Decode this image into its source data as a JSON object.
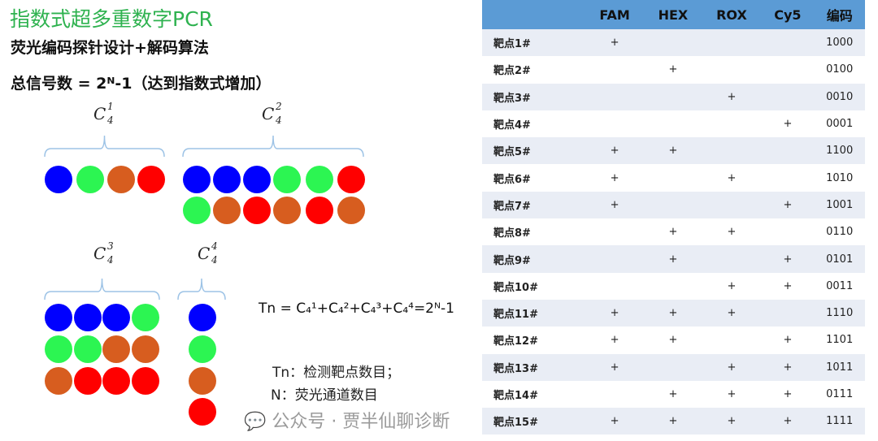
{
  "title": "指数式超多重数字PCR",
  "subtitle1": "荧光编码探针设计+解码算法",
  "subtitle2": "总信号数 = 2ᴺ-1（达到指数式增加）",
  "colors": {
    "B": "#0000ff",
    "G": "#2cf552",
    "O": "#d75d1f",
    "R": "#ff0000",
    "brace": "#9dc3e6",
    "header": "#5b9bd5",
    "row_alt": "#e9edf5"
  },
  "groups": [
    {
      "label_base": "C",
      "sub": "4",
      "sup": "1",
      "rows": [
        [
          "B",
          "G",
          "O",
          "R"
        ]
      ]
    },
    {
      "label_base": "C",
      "sub": "4",
      "sup": "2",
      "rows": [
        [
          "B",
          "B",
          "B",
          "G",
          "G",
          "R"
        ],
        [
          "G",
          "O",
          "R",
          "O",
          "R",
          "O"
        ]
      ]
    },
    {
      "label_base": "C",
      "sub": "4",
      "sup": "3",
      "rows": [
        [
          "B",
          "B",
          "B",
          "G"
        ],
        [
          "G",
          "G",
          "O",
          "O"
        ],
        [
          "O",
          "R",
          "R",
          "R"
        ]
      ]
    },
    {
      "label_base": "C",
      "sub": "4",
      "sup": "4",
      "rows": [
        [
          "B"
        ],
        [
          "G"
        ],
        [
          "O"
        ],
        [
          "R"
        ]
      ]
    }
  ],
  "formula": "Tn = C₄¹+C₄²+C₄³+C₄⁴=2ᴺ-1",
  "legend": [
    "Tn：检测靶点数目；",
    "N：荧光通道数目"
  ],
  "table": {
    "headers": [
      "",
      "FAM",
      "HEX",
      "ROX",
      "Cy5",
      "编码"
    ],
    "rows": [
      [
        "靶点1#",
        "+",
        "",
        "",
        "",
        "1000"
      ],
      [
        "靶点2#",
        "",
        "+",
        "",
        "",
        "0100"
      ],
      [
        "靶点3#",
        "",
        "",
        "+",
        "",
        "0010"
      ],
      [
        "靶点4#",
        "",
        "",
        "",
        "+",
        "0001"
      ],
      [
        "靶点5#",
        "+",
        "+",
        "",
        "",
        "1100"
      ],
      [
        "靶点6#",
        "+",
        "",
        "+",
        "",
        "1010"
      ],
      [
        "靶点7#",
        "+",
        "",
        "",
        "+",
        "1001"
      ],
      [
        "靶点8#",
        "",
        "+",
        "+",
        "",
        "0110"
      ],
      [
        "靶点9#",
        "",
        "+",
        "",
        "+",
        "0101"
      ],
      [
        "靶点10#",
        "",
        "",
        "+",
        "+",
        "0011"
      ],
      [
        "靶点11#",
        "+",
        "+",
        "+",
        "",
        "1110"
      ],
      [
        "靶点12#",
        "+",
        "+",
        "",
        "+",
        "1101"
      ],
      [
        "靶点13#",
        "+",
        "",
        "+",
        "+",
        "1011"
      ],
      [
        "靶点14#",
        "",
        "+",
        "+",
        "+",
        "0111"
      ],
      [
        "靶点15#",
        "+",
        "+",
        "+",
        "+",
        "1111"
      ]
    ]
  },
  "watermark": "公众号 · 贾半仙聊诊断"
}
